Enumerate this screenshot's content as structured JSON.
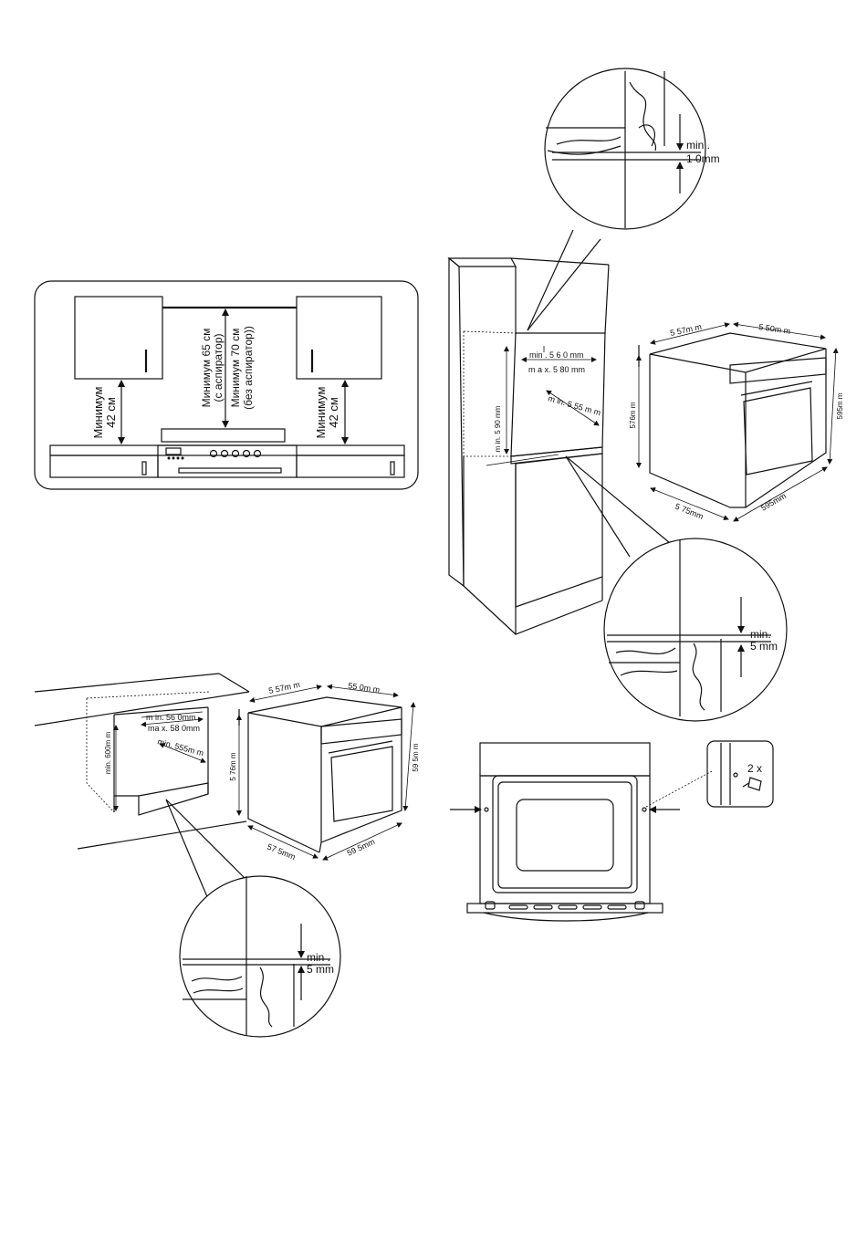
{
  "panel1": {
    "min42_left": [
      "Минимум",
      "42 см"
    ],
    "min42_right": [
      "Минимум",
      "42 см"
    ],
    "with_hood": [
      "Минимум 65 см",
      "(с аспиратор)"
    ],
    "without_hood": [
      "Минимум 70 см",
      "(без аспиратор))"
    ]
  },
  "column_install": {
    "min560": "min . 5 6 0 mm",
    "max580": "m a x. 5 80 mm",
    "min590": "m in. 5 90 mm",
    "min555": "m in. 5 55 m m"
  },
  "oven_right": {
    "d557": "5 57m m",
    "d550": "5 50m m",
    "d576": "576m m",
    "d595h": "595m m",
    "d575": "5 75mm",
    "d595w": "595mm"
  },
  "zoom_top": {
    "line1": "min .",
    "line2": "1 0mm"
  },
  "zoom_right": {
    "line1": "min.",
    "line2": "5  mm"
  },
  "undercounter": {
    "min560": "m in. 56 0mm",
    "max580": "ma x. 58 0mm",
    "min600": "min. 600m m",
    "min555": "min. 555m m"
  },
  "oven_bottom": {
    "d557": "5 57m m",
    "d550": "55 0m m",
    "d576": "5 76m m",
    "d595h": "59 5m m",
    "d575": "57 5mm",
    "d595w": "59 5mm"
  },
  "zoom_bottom": {
    "line1": "min .",
    "line2": "5  mm"
  },
  "screws": {
    "qty": "2 x"
  }
}
